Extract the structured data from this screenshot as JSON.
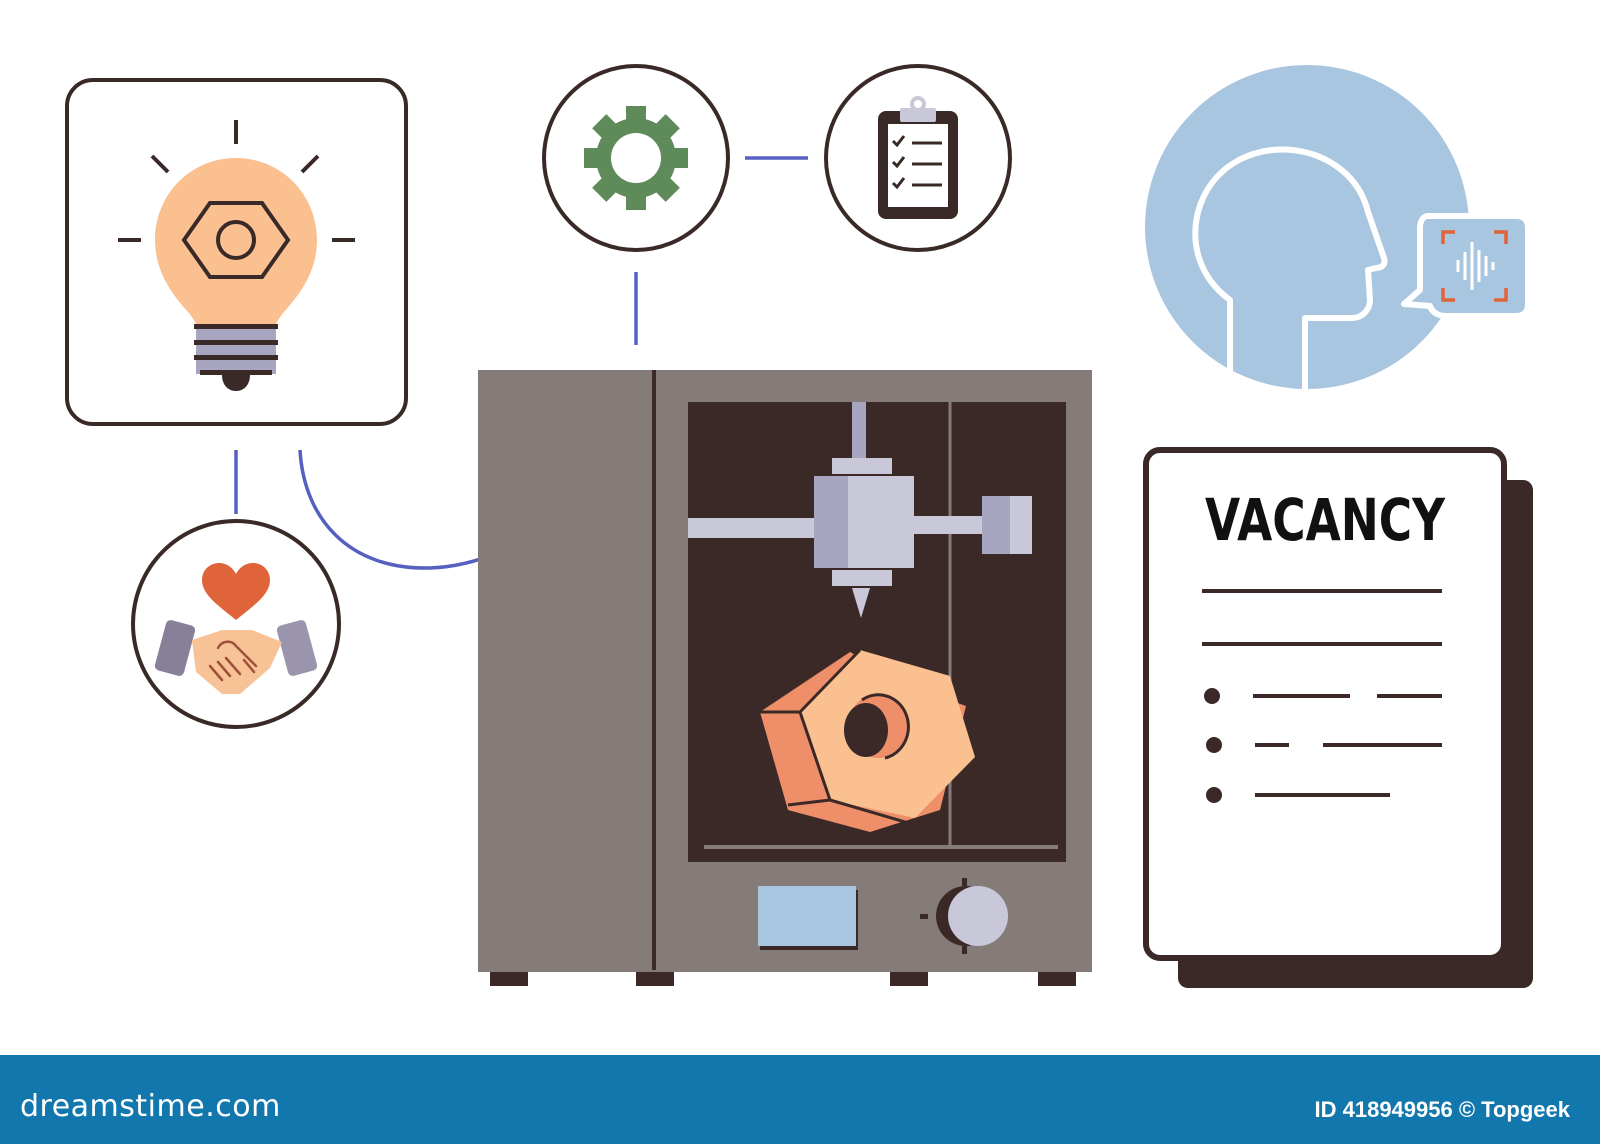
{
  "illustration": {
    "description": "3D printing process infographic with hiring vacancy",
    "lightbulb_card": {
      "icon": "lightbulb-with-nut-icon"
    },
    "handshake_circle": {
      "icon": "handshake-heart-icon"
    },
    "gear_circle": {
      "icon": "gear-icon"
    },
    "clipboard_circle": {
      "icon": "clipboard-checklist-icon"
    },
    "voice_circle": {
      "icon": "head-voice-recognition-icon"
    },
    "printer": {
      "icon": "3d-printer-icon",
      "printing_object": "hex-nut"
    },
    "vacancy_document": {
      "title": "VACANCY",
      "lines": 2,
      "bullets": 3
    },
    "colors": {
      "outline": "#3a2a27",
      "connector": "#5560c0",
      "bulb": "#fbc08f",
      "gear": "#5f8a5a",
      "printer_body": "#857c7a",
      "printer_chamber": "#3a2927",
      "nut_face": "#fbc08f",
      "nut_side": "#ef8f6a",
      "metal": "#c9c8d8",
      "voice_circle": "#a9c6e0",
      "heart": "#e0643a",
      "accent_orange": "#e0643a"
    }
  },
  "footer": {
    "brand": "dreamstime.com",
    "credit": "ID 418949956 © Topgeek",
    "background": "#1177ad"
  }
}
